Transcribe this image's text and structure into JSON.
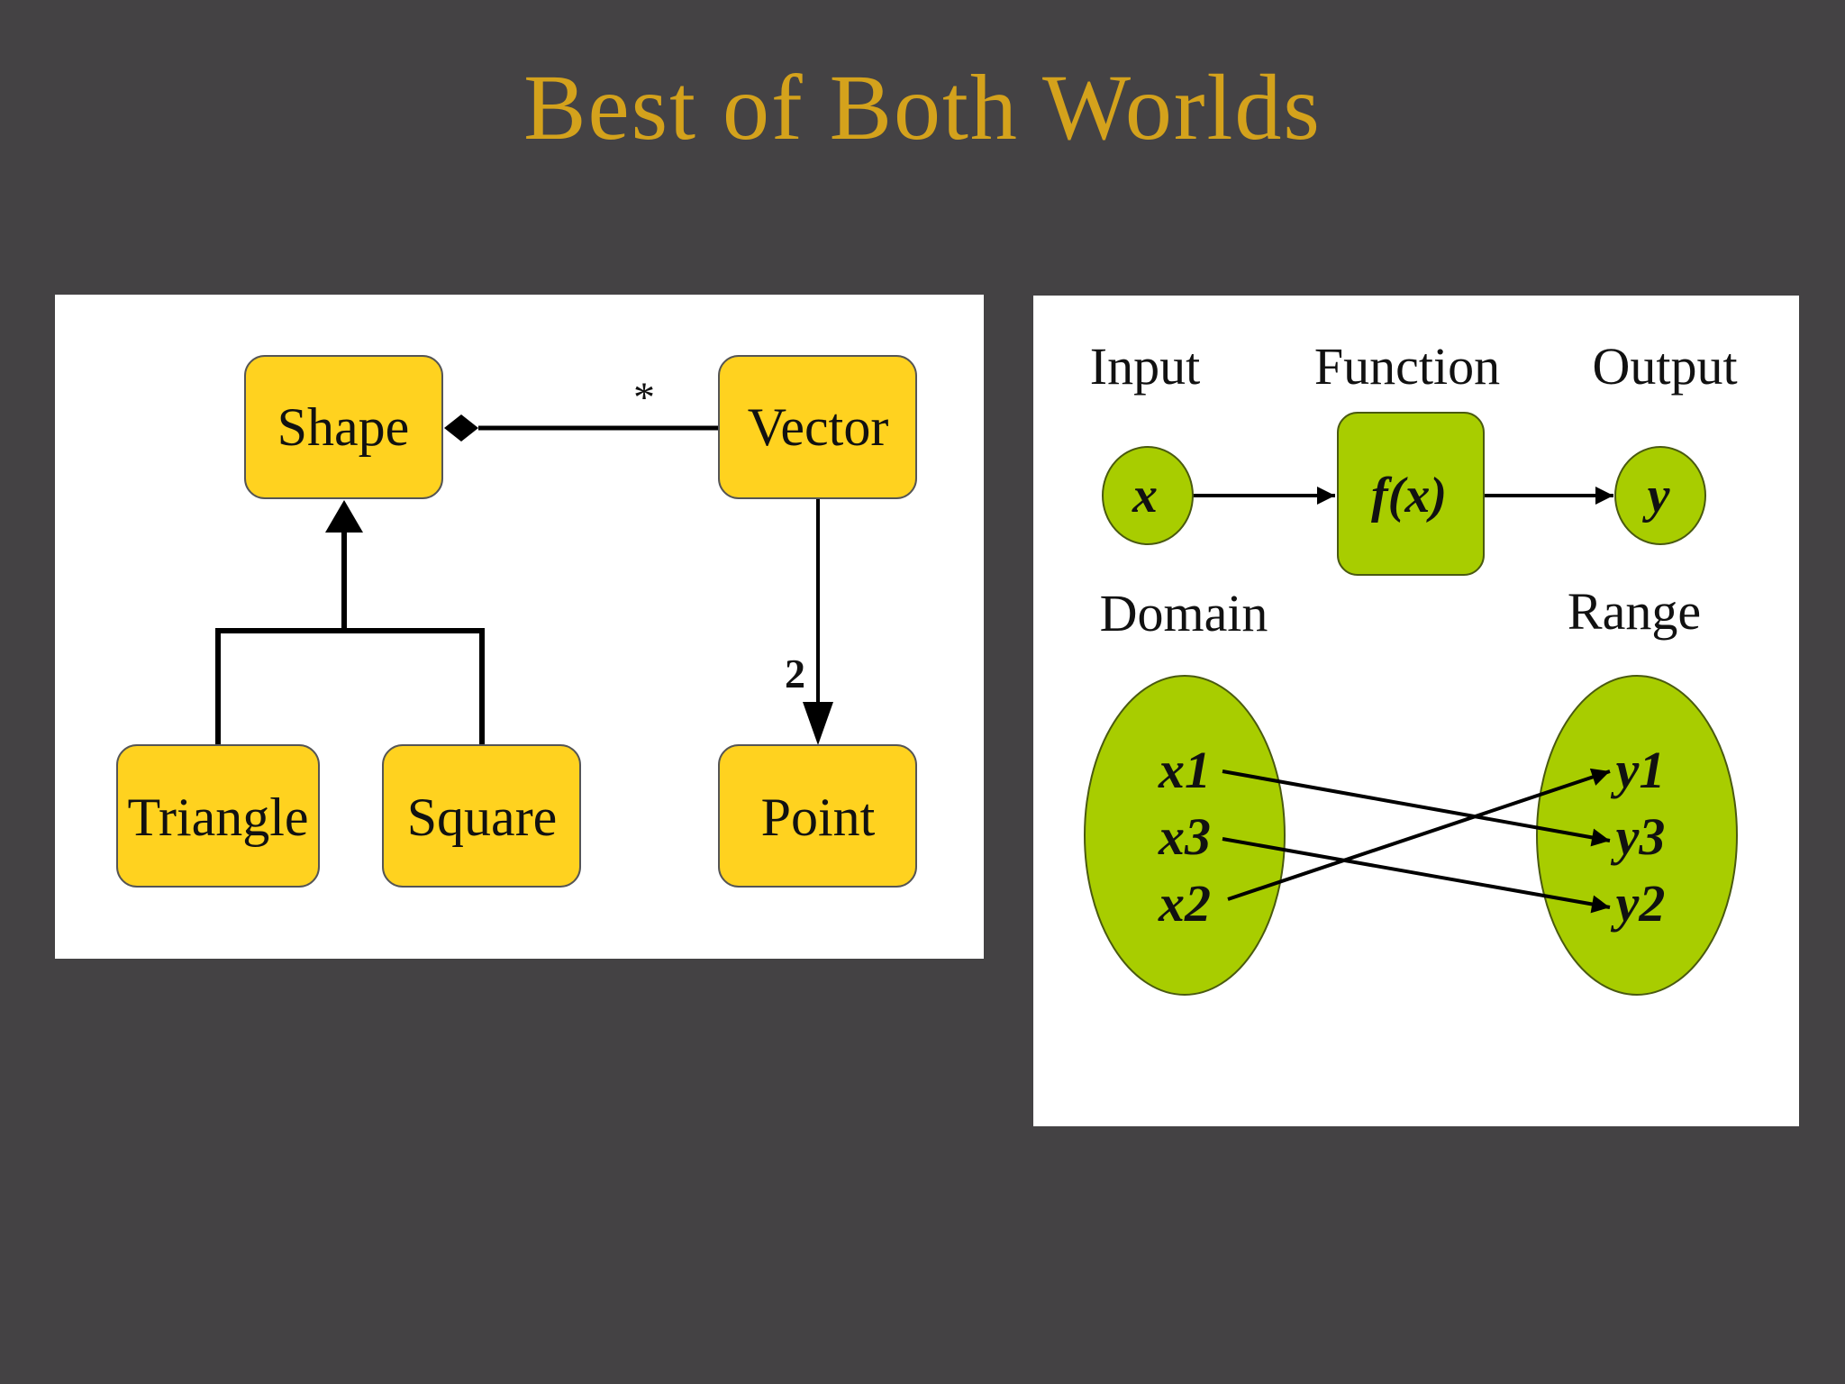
{
  "slide": {
    "title": "Best of Both Worlds"
  },
  "uml_diagram": {
    "nodes": {
      "shape": "Shape",
      "vector": "Vector",
      "triangle": "Triangle",
      "square": "Square",
      "point": "Point"
    },
    "edges": {
      "shape_vector_multiplicity": "*",
      "vector_point_multiplicity": "2"
    },
    "colors": {
      "box_fill": "#ffd21f",
      "box_stroke": "#555555"
    }
  },
  "function_diagram": {
    "headers": {
      "input": "Input",
      "function": "Function",
      "output": "Output",
      "domain": "Domain",
      "range": "Range"
    },
    "nodes": {
      "x": "x",
      "fx": "f(x)",
      "y": "y"
    },
    "domain_items": [
      "x1",
      "x3",
      "x2"
    ],
    "range_items": [
      "y1",
      "y3",
      "y2"
    ],
    "colors": {
      "fill": "#a8cd00",
      "stroke": "#4a5a10"
    }
  }
}
